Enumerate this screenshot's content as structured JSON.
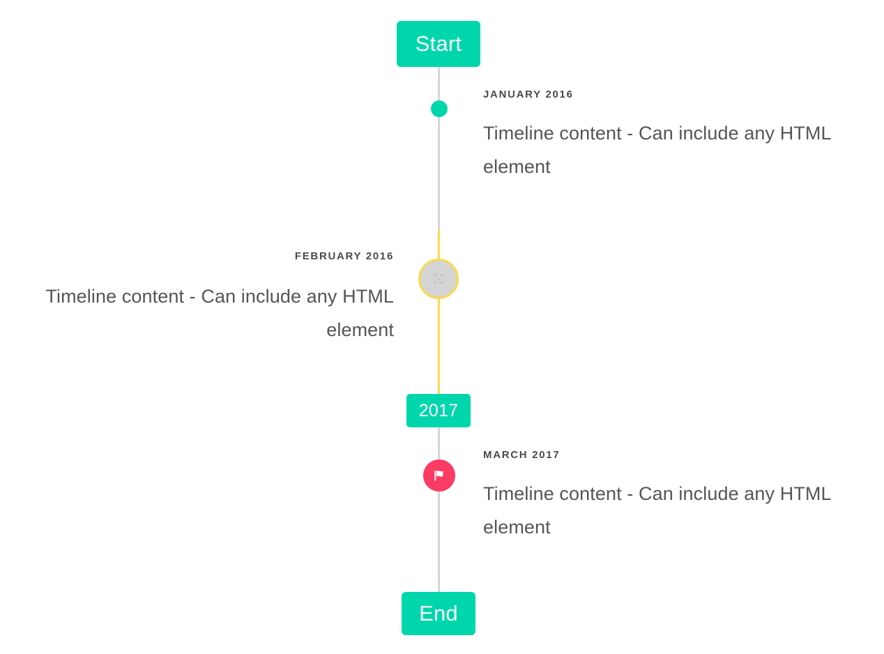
{
  "timeline": {
    "start_cap": {
      "label": "Start",
      "color": "#00d6ac"
    },
    "end_cap": {
      "label": "End",
      "color": "#00d6ac"
    },
    "year_marker": {
      "label": "2017",
      "color": "#00d6ac"
    },
    "spine": {
      "grey_color": "#d6d6d6",
      "highlight_color": "#fbd94d"
    },
    "items": [
      {
        "id": "january",
        "date": "JANUARY 2016",
        "body": "Timeline content - Can include any HTML element",
        "side": "right",
        "marker": {
          "icon": "dot-icon",
          "color": "#00d6ac",
          "ring_color": ""
        }
      },
      {
        "id": "february",
        "date": "FEBRUARY 2016",
        "body": "Timeline content - Can include any HTML element",
        "side": "left",
        "marker": {
          "icon": "broken-image-icon",
          "color": "#d4d4d4",
          "ring_color": "#fbd94d"
        }
      },
      {
        "id": "march",
        "date": "MARCH 2017",
        "body": "Timeline content - Can include any HTML element",
        "side": "right",
        "marker": {
          "icon": "flag-icon",
          "color": "#fb3b64",
          "ring_color": ""
        }
      }
    ]
  }
}
